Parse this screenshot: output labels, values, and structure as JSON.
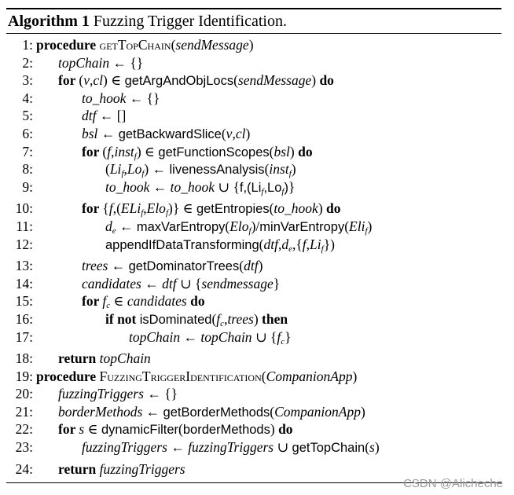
{
  "caption": {
    "label": "Algorithm 1",
    "title": "Fuzzing Trigger Identification."
  },
  "lines": [
    {
      "n": "1:",
      "i": 1,
      "gap": false,
      "parts": [
        [
          "kw",
          "procedure "
        ],
        [
          "sc",
          "getTopChain"
        ],
        [
          "t",
          "("
        ],
        [
          "v",
          "sendMessage"
        ],
        [
          "t",
          ")"
        ]
      ]
    },
    {
      "n": "2:",
      "i": 2,
      "gap": false,
      "parts": [
        [
          "v",
          "topChain"
        ],
        [
          "t",
          " ← {}"
        ]
      ]
    },
    {
      "n": "3:",
      "i": 2,
      "gap": false,
      "parts": [
        [
          "kw",
          "for "
        ],
        [
          "t",
          "("
        ],
        [
          "v",
          "v"
        ],
        [
          "t",
          ","
        ],
        [
          "v",
          "cl"
        ],
        [
          "t",
          ") ∈ "
        ],
        [
          "f",
          "getArgAndObjLocs"
        ],
        [
          "t",
          "("
        ],
        [
          "v",
          "sendMessage"
        ],
        [
          "t",
          ") "
        ],
        [
          "kw",
          "do"
        ]
      ]
    },
    {
      "n": "4:",
      "i": 3,
      "gap": false,
      "parts": [
        [
          "v",
          "to_hook"
        ],
        [
          "t",
          " ← {}"
        ]
      ]
    },
    {
      "n": "5:",
      "i": 3,
      "gap": false,
      "parts": [
        [
          "v",
          "dtf"
        ],
        [
          "t",
          " ← []"
        ]
      ]
    },
    {
      "n": "6:",
      "i": 3,
      "gap": false,
      "parts": [
        [
          "v",
          "bsl"
        ],
        [
          "t",
          " ← "
        ],
        [
          "f",
          "getBackwardSlice"
        ],
        [
          "t",
          "("
        ],
        [
          "v",
          "v"
        ],
        [
          "t",
          ","
        ],
        [
          "v",
          "cl"
        ],
        [
          "t",
          ")"
        ]
      ]
    },
    {
      "n": "7:",
      "i": 3,
      "gap": false,
      "parts": [
        [
          "kw",
          "for "
        ],
        [
          "t",
          "("
        ],
        [
          "v",
          "f"
        ],
        [
          "t",
          ","
        ],
        [
          "v",
          "inst"
        ],
        [
          "sub",
          "f"
        ],
        [
          "t",
          ") ∈ "
        ],
        [
          "f",
          "getFunctionScopes"
        ],
        [
          "t",
          "("
        ],
        [
          "v",
          "bsl"
        ],
        [
          "t",
          ") "
        ],
        [
          "kw",
          "do"
        ]
      ]
    },
    {
      "n": "8:",
      "i": 4,
      "gap": false,
      "parts": [
        [
          "t",
          "("
        ],
        [
          "v",
          "Li"
        ],
        [
          "sub",
          "f"
        ],
        [
          "t",
          ","
        ],
        [
          "v",
          "Lo"
        ],
        [
          "sub",
          "f"
        ],
        [
          "t",
          ") ← "
        ],
        [
          "f",
          "livenessAnalysis"
        ],
        [
          "t",
          "("
        ],
        [
          "v",
          "inst"
        ],
        [
          "sub",
          "f"
        ],
        [
          "t",
          ")"
        ]
      ]
    },
    {
      "n": "9:",
      "i": 4,
      "gap": false,
      "parts": [
        [
          "v",
          "to_hook"
        ],
        [
          "t",
          " ← "
        ],
        [
          "v",
          "to_hook"
        ],
        [
          "t",
          " ∪ {"
        ],
        [
          "f",
          "f,(Li"
        ],
        [
          "sub",
          "f"
        ],
        [
          "f",
          ",Lo"
        ],
        [
          "sub",
          "f"
        ],
        [
          "f",
          ")"
        ],
        [
          "t",
          "}"
        ]
      ]
    },
    {
      "n": "10:",
      "i": 3,
      "gap": true,
      "parts": [
        [
          "kw",
          "for "
        ],
        [
          "t",
          "{"
        ],
        [
          "v",
          "f"
        ],
        [
          "t",
          ",("
        ],
        [
          "v",
          "ELi"
        ],
        [
          "sub",
          "f"
        ],
        [
          "t",
          ","
        ],
        [
          "v",
          "Elo"
        ],
        [
          "sub",
          "f"
        ],
        [
          "t",
          ")} ∈ "
        ],
        [
          "f",
          "getEntropies"
        ],
        [
          "t",
          "("
        ],
        [
          "v",
          "to_hook"
        ],
        [
          "t",
          ")  "
        ],
        [
          "kw",
          "do"
        ]
      ]
    },
    {
      "n": "11:",
      "i": 4,
      "gap": false,
      "parts": [
        [
          "v",
          "d"
        ],
        [
          "sub",
          "e"
        ],
        [
          "t",
          " ← "
        ],
        [
          "f",
          "maxVarEntropy"
        ],
        [
          "t",
          "("
        ],
        [
          "v",
          "Elo"
        ],
        [
          "sub",
          "f"
        ],
        [
          "t",
          ")/"
        ],
        [
          "f",
          "minVarEntropy"
        ],
        [
          "t",
          "("
        ],
        [
          "v",
          "Eli"
        ],
        [
          "sub",
          "f"
        ],
        [
          "t",
          ")"
        ]
      ]
    },
    {
      "n": "12:",
      "i": 4,
      "gap": false,
      "parts": [
        [
          "f",
          "appendIfDataTransforming"
        ],
        [
          "t",
          "("
        ],
        [
          "v",
          "dtf"
        ],
        [
          "t",
          ","
        ],
        [
          "v",
          "d"
        ],
        [
          "sub",
          "e"
        ],
        [
          "t",
          ",{"
        ],
        [
          "v",
          "f"
        ],
        [
          "t",
          ","
        ],
        [
          "v",
          "Li"
        ],
        [
          "sub",
          "f"
        ],
        [
          "t",
          "})"
        ]
      ]
    },
    {
      "n": "13:",
      "i": 3,
      "gap": true,
      "parts": [
        [
          "v",
          "trees"
        ],
        [
          "t",
          " ← "
        ],
        [
          "f",
          "getDominatorTrees"
        ],
        [
          "t",
          "("
        ],
        [
          "v",
          "dtf"
        ],
        [
          "t",
          ")"
        ]
      ]
    },
    {
      "n": "14:",
      "i": 3,
      "gap": false,
      "parts": [
        [
          "v",
          "candidates"
        ],
        [
          "t",
          " ← "
        ],
        [
          "v",
          "dtf"
        ],
        [
          "t",
          " ∪ {"
        ],
        [
          "v",
          "sendmessage"
        ],
        [
          "t",
          "}"
        ]
      ]
    },
    {
      "n": "15:",
      "i": 3,
      "gap": false,
      "parts": [
        [
          "kw",
          "for "
        ],
        [
          "v",
          "f"
        ],
        [
          "sub",
          "c"
        ],
        [
          "t",
          " ∈ "
        ],
        [
          "v",
          "candidates"
        ],
        [
          "t",
          " "
        ],
        [
          "kw",
          "do"
        ]
      ]
    },
    {
      "n": "16:",
      "i": 4,
      "gap": false,
      "parts": [
        [
          "kw",
          "if not "
        ],
        [
          "f",
          "isDominated"
        ],
        [
          "t",
          "("
        ],
        [
          "v",
          "f"
        ],
        [
          "sub",
          "c"
        ],
        [
          "t",
          ","
        ],
        [
          "v",
          "trees"
        ],
        [
          "t",
          ") "
        ],
        [
          "kw",
          "then"
        ]
      ]
    },
    {
      "n": "17:",
      "i": 5,
      "gap": false,
      "parts": [
        [
          "v",
          "topChain"
        ],
        [
          "t",
          " ← "
        ],
        [
          "v",
          "topChain"
        ],
        [
          "t",
          " ∪ {"
        ],
        [
          "v",
          "f"
        ],
        [
          "sub",
          "c"
        ],
        [
          "t",
          "}"
        ]
      ]
    },
    {
      "n": "18:",
      "i": 2,
      "gap": true,
      "parts": [
        [
          "kw",
          "return "
        ],
        [
          "v",
          "topChain"
        ]
      ]
    },
    {
      "n": "19:",
      "i": 1,
      "gap": false,
      "parts": [
        [
          "kw",
          "procedure "
        ],
        [
          "sc",
          "FuzzingTriggerIdentification"
        ],
        [
          "t",
          "("
        ],
        [
          "v",
          "CompanionApp"
        ],
        [
          "t",
          ")"
        ]
      ]
    },
    {
      "n": "20:",
      "i": 2,
      "gap": false,
      "parts": [
        [
          "v",
          "fuzzingTriggers"
        ],
        [
          "t",
          " ← {}"
        ]
      ]
    },
    {
      "n": "21:",
      "i": 2,
      "gap": false,
      "parts": [
        [
          "v",
          "borderMethods"
        ],
        [
          "t",
          " ← "
        ],
        [
          "f",
          "getBorderMethods"
        ],
        [
          "t",
          "("
        ],
        [
          "v",
          "CompanionApp"
        ],
        [
          "t",
          ")"
        ]
      ]
    },
    {
      "n": "22:",
      "i": 2,
      "gap": false,
      "parts": [
        [
          "kw",
          "for "
        ],
        [
          "v",
          "s"
        ],
        [
          "t",
          " ∈ "
        ],
        [
          "f",
          "dynamicFilter"
        ],
        [
          "t",
          "("
        ],
        [
          "f",
          "borderMethods"
        ],
        [
          "t",
          ") "
        ],
        [
          "kw",
          "do"
        ]
      ]
    },
    {
      "n": "23:",
      "i": 3,
      "gap": false,
      "parts": [
        [
          "v",
          "fuzzingTriggers"
        ],
        [
          "t",
          " ← "
        ],
        [
          "v",
          "fuzzingTriggers"
        ],
        [
          "t",
          " ∪ "
        ],
        [
          "f",
          "getTopChain"
        ],
        [
          "t",
          "("
        ],
        [
          "v",
          "s"
        ],
        [
          "t",
          ")"
        ]
      ]
    },
    {
      "n": "24:",
      "i": 2,
      "gap": true,
      "parts": [
        [
          "kw",
          "return "
        ],
        [
          "v",
          "fuzzingTriggers"
        ]
      ]
    }
  ],
  "watermark": "CSDN @Alicheche"
}
